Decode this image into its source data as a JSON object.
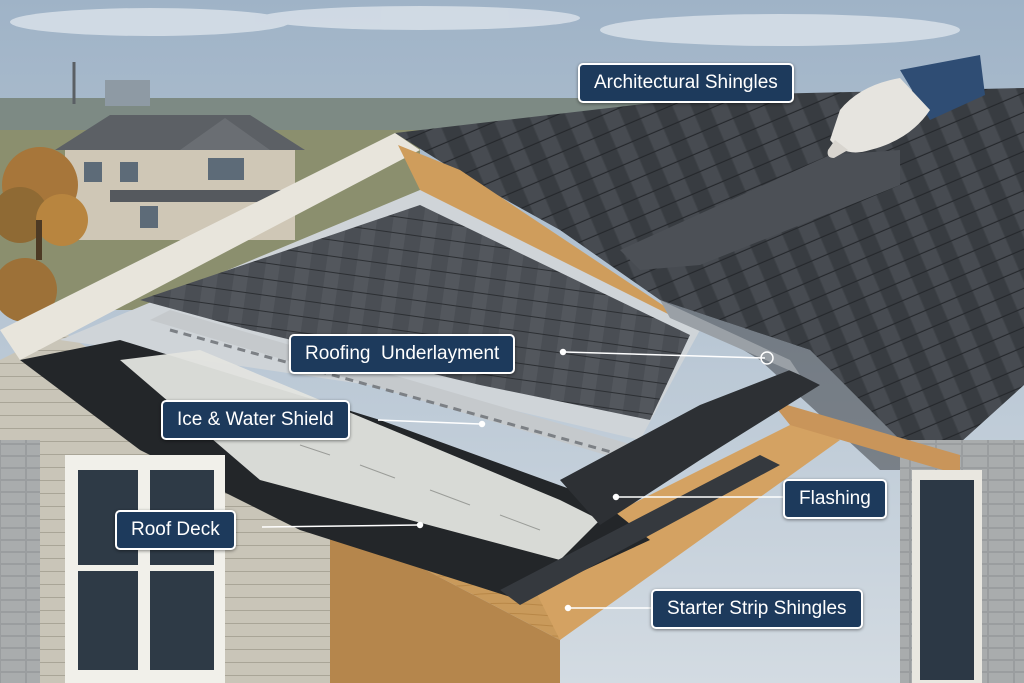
{
  "labels": {
    "architectural_shingles": "Architectural Shingles",
    "roofing_underlayment": "Roofing  Underlayment",
    "ice_water_shield": "Ice & Water Shield",
    "roof_deck": "Roof Deck",
    "flashing": "Flashing",
    "starter_strip_shingles": "Starter Strip Shingles"
  },
  "colors": {
    "label_background": "#1d3a5c",
    "label_border": "#ffffff",
    "label_text": "#ffffff",
    "shingles": "#3e4247",
    "wood": "#c99a5b",
    "siding": "#c6c2b4",
    "sky": "#aebfcf"
  },
  "icons": [
    "gloved-hand-icon"
  ]
}
